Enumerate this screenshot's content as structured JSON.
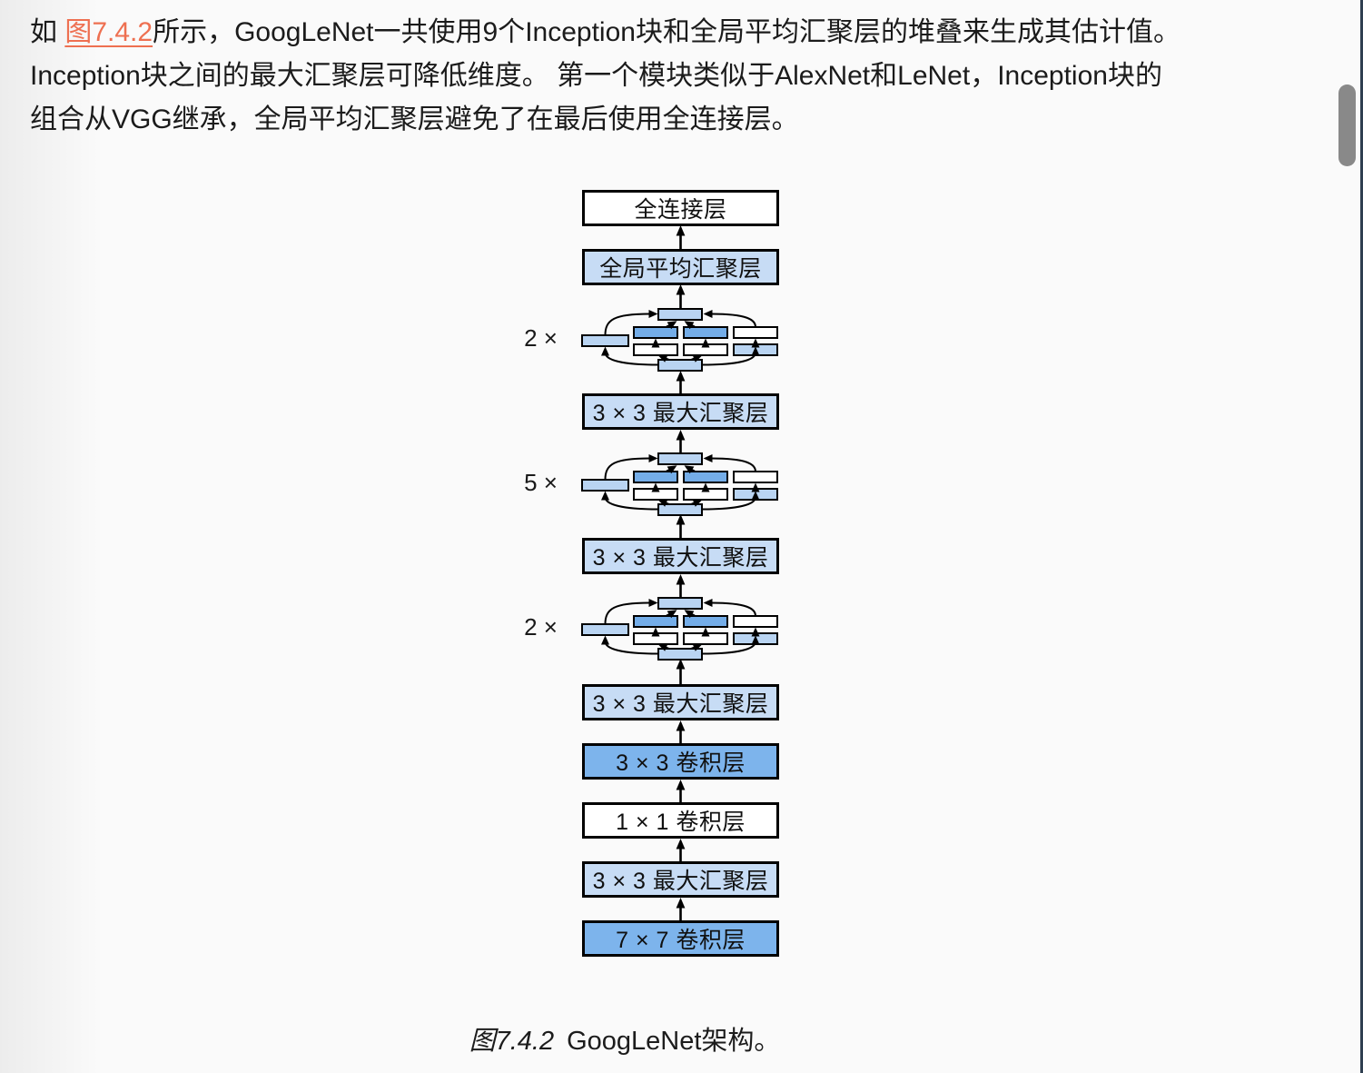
{
  "colors": {
    "link": "#ee7051",
    "light_blue": "#c7dcf5",
    "dark_blue": "#7db4ec",
    "mini_light": "#b9d4f2",
    "mini_dark": "#74ade8",
    "text": "#1b1b1b"
  },
  "paragraph": {
    "line1_pre": "如 ",
    "line1_link": "图7.4.2",
    "line1_post": "所示，GoogLeNet一共使用9个Inception块和全局平均汇聚层的堆叠来生成其估计值。",
    "line2": "Inception块之间的最大汇聚层可降低维度。 第一个模块类似于AlexNet和LeNet，Inception块的",
    "line3": "组合从VGG继承，全局平均汇聚层避免了在最后使用全连接层。"
  },
  "diagram": {
    "stack": [
      {
        "label": "全连接层",
        "fill": "white",
        "type": "box"
      },
      {
        "label": "全局平均汇聚层",
        "fill": "light",
        "type": "box"
      },
      {
        "label": "2 ×",
        "type": "inception"
      },
      {
        "label": "3 × 3 最大汇聚层",
        "fill": "light",
        "type": "box"
      },
      {
        "label": "5 ×",
        "type": "inception"
      },
      {
        "label": "3 × 3 最大汇聚层",
        "fill": "light",
        "type": "box"
      },
      {
        "label": "2 ×",
        "type": "inception"
      },
      {
        "label": "3 × 3 最大汇聚层",
        "fill": "light",
        "type": "box"
      },
      {
        "label": "3 × 3 卷积层",
        "fill": "dark",
        "type": "box"
      },
      {
        "label": "1 × 1 卷积层",
        "fill": "white",
        "type": "box"
      },
      {
        "label": "3 × 3 最大汇聚层",
        "fill": "light",
        "type": "box"
      },
      {
        "label": "7 × 7 卷积层",
        "fill": "dark",
        "type": "box"
      }
    ],
    "caption": {
      "fig": "图7.4.2",
      "text": "GoogLeNet架构。"
    }
  }
}
